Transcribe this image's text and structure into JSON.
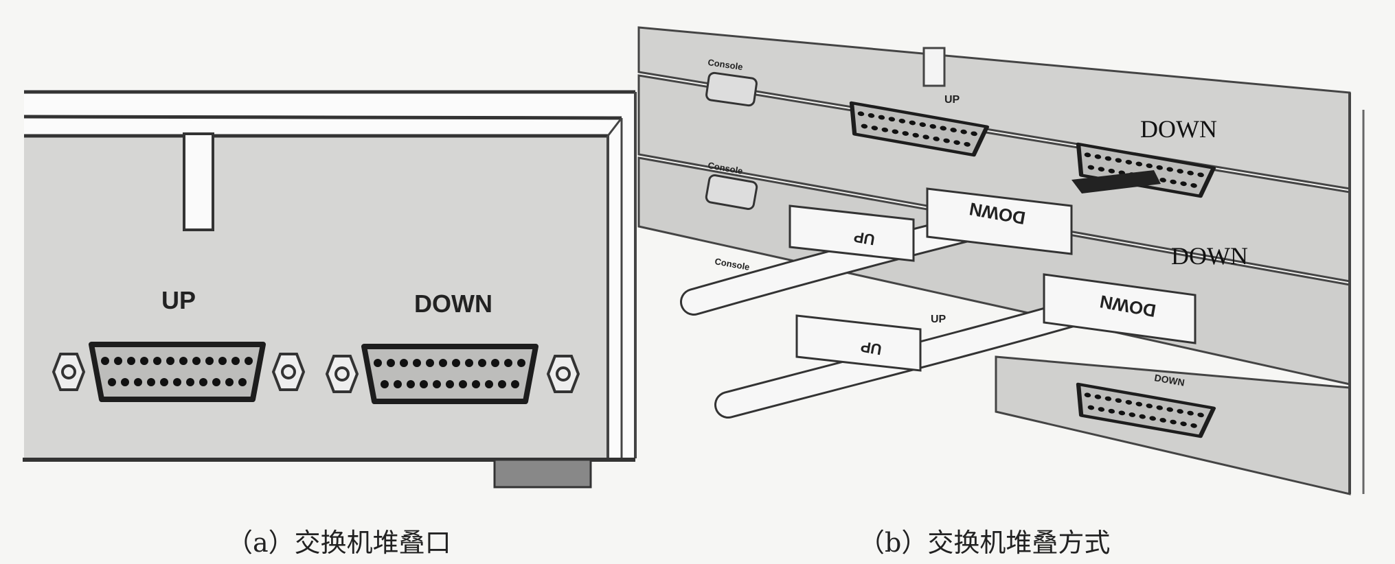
{
  "figure_a": {
    "caption": "（a）交换机堆叠口",
    "port_up_label": "UP",
    "port_down_label": "DOWN"
  },
  "figure_b": {
    "caption": "（b）交换机堆叠方式",
    "down_label_top": "DOWN",
    "down_label_middle": "DOWN",
    "down_label_bottom": "DOWN",
    "up_label_top": "UP",
    "up_label_middle": "UP",
    "console_label": "Console",
    "cable_down_label": "DOWN",
    "cable_up_label": "UP"
  },
  "colors": {
    "panel": "#d4d4d2",
    "outline": "#2a2a2a",
    "background": "#f6f6f4"
  }
}
